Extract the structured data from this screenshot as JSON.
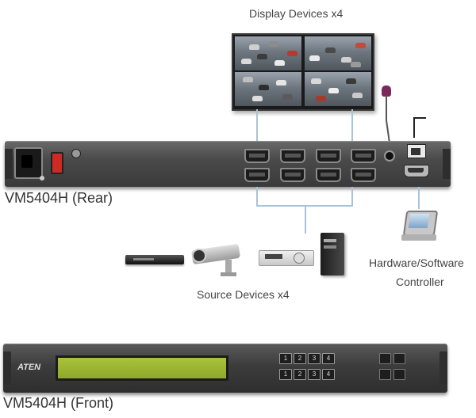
{
  "labels": {
    "display_devices": "Display Devices x4",
    "rear": "VM5404H (Rear)",
    "source_devices": "Source Devices x4",
    "controller_line1": "Hardware/Software",
    "controller_line2": "Controller",
    "front": "VM5404H (Front)",
    "brand": "ATEN"
  },
  "front_buttons": [
    "1",
    "2",
    "3",
    "4",
    "1",
    "2",
    "3",
    "4"
  ],
  "colors": {
    "connector_line": "#a9c4d8",
    "lcd": "#9bb530",
    "panel": "#444444"
  }
}
